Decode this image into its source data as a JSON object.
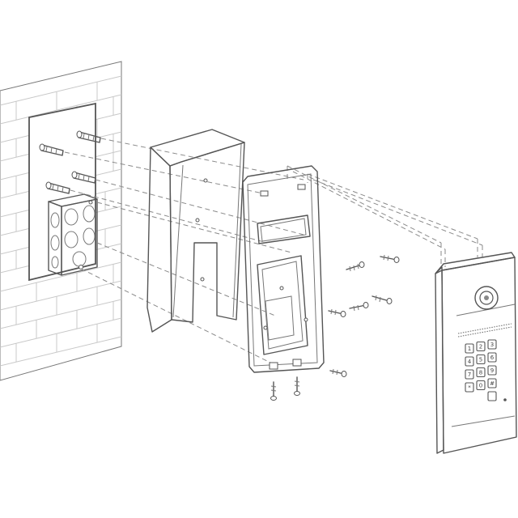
{
  "figure": {
    "keypad": {
      "keys": [
        "1",
        "2",
        "3",
        "4",
        "5",
        "6",
        "7",
        "8",
        "9",
        "*",
        "0",
        "#"
      ]
    },
    "parts": [
      "wall",
      "junction-box",
      "wall-anchors",
      "rain-hood",
      "backplate",
      "mounting-screws",
      "intercom-unit"
    ]
  }
}
